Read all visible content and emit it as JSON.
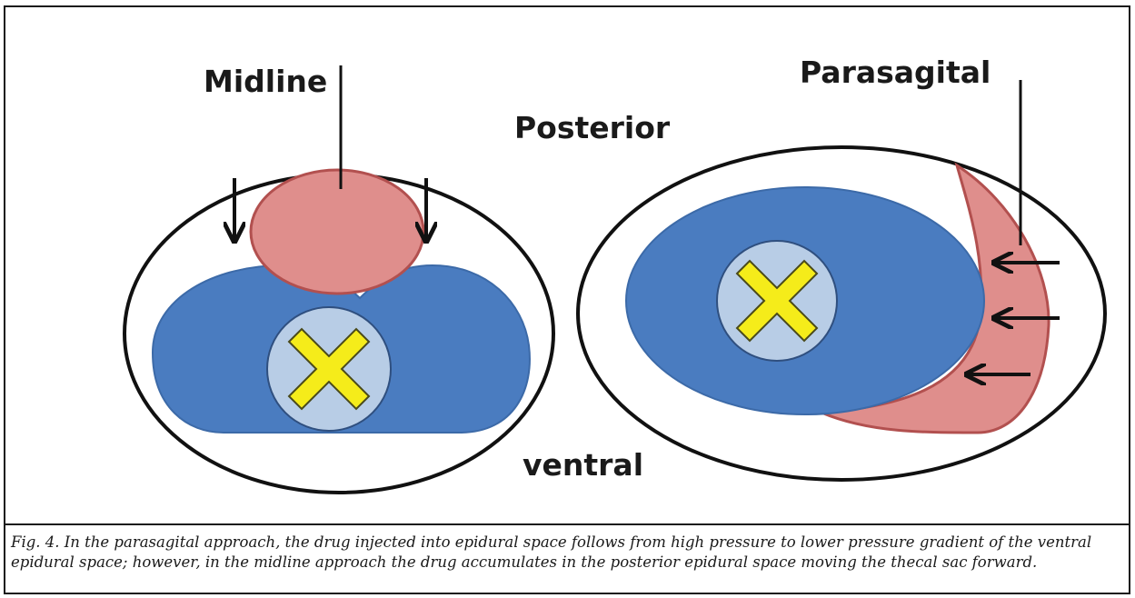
{
  "figure": {
    "labels": {
      "midline": "Midline",
      "parasagital": "Parasagital",
      "posterior": "Posterior",
      "ventral": "ventral"
    },
    "colors": {
      "vertebral_body_blue": "#4a7cc0",
      "drug_pink": "#df8e8c",
      "cord_light_blue": "#b8cde6",
      "cross_yellow": "#f5ec1a",
      "outline": "#111111"
    }
  },
  "caption": {
    "text": "Fig. 4. In the parasagital approach, the drug injected into epidural space follows from high pressure to lower pressure gradient of the ventral epidural space; however, in the midline approach the drug accumulates in the posterior epidural space moving the thecal sac forward."
  }
}
